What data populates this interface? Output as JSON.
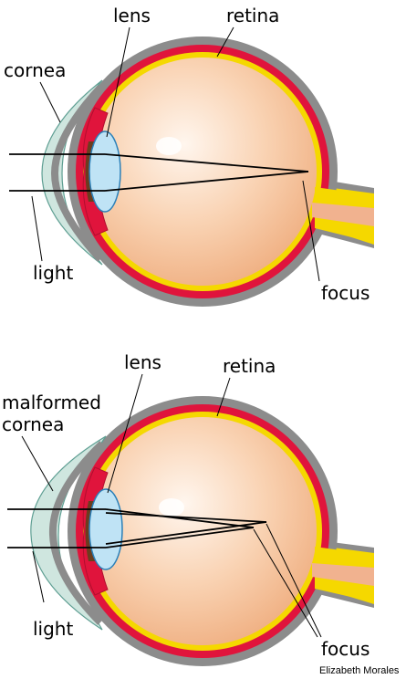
{
  "colors": {
    "sclera": "#8c8c8c",
    "choroid": "#e0143c",
    "retina_layer": "#f5d800",
    "vitreous_light": "#fff3ea",
    "vitreous_dark": "#f3b789",
    "lens_fill": "#bfe3f5",
    "lens_stroke": "#2a7fb8",
    "cornea_fill": "#cfe6df",
    "cornea_stroke": "#5f9f93",
    "iris": "#6b3d1e",
    "nerve_core": "#f1b28f"
  },
  "top": {
    "labels": {
      "lens": "lens",
      "retina": "retina",
      "cornea": "cornea",
      "light": "light",
      "focus": "focus"
    }
  },
  "bottom": {
    "labels": {
      "lens": "lens",
      "retina": "retina",
      "cornea_line1": "malformed",
      "cornea_line2": "cornea",
      "light": "light",
      "focus": "focus"
    }
  },
  "credit": "Elizabeth Morales"
}
